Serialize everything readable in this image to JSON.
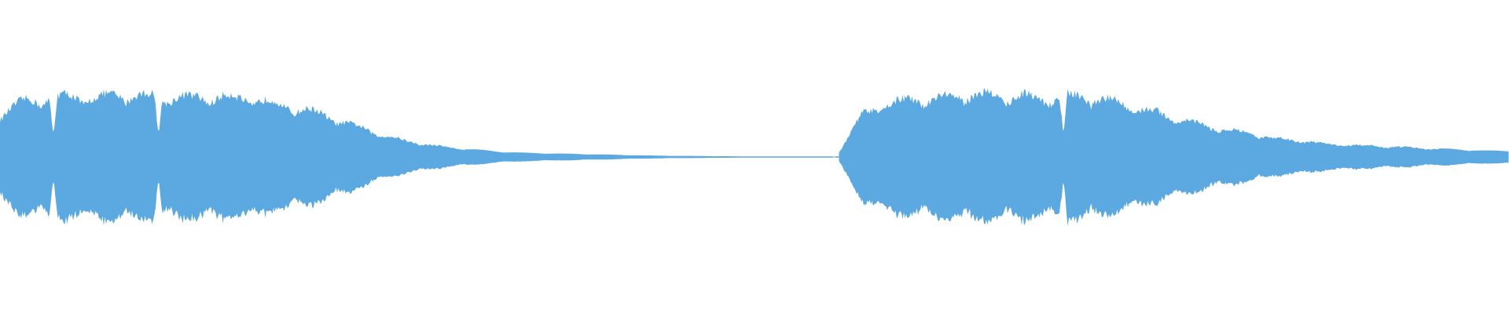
{
  "waveform": {
    "color": "#5BA9E0",
    "background": "#FFFFFF",
    "segments": [
      {
        "name": "left-clip",
        "start_fraction": 0.0,
        "end_fraction": 0.553,
        "amplitude_envelope": [
          0.42,
          0.55,
          0.58,
          0.6,
          0.58,
          0.62,
          0.6,
          0.6,
          0.58,
          0.6,
          0.58,
          0.56,
          0.5,
          0.46,
          0.38,
          0.3,
          0.22,
          0.16,
          0.12,
          0.09,
          0.07,
          0.05,
          0.04,
          0.035,
          0.03,
          0.025,
          0.02,
          0.015,
          0.012,
          0.01,
          0.008,
          0.006,
          0.005,
          0.004,
          0.003,
          0.003
        ],
        "dips": [
          0.064,
          0.19
        ]
      },
      {
        "name": "right-clip",
        "start_fraction": 0.556,
        "end_fraction": 1.0,
        "amplitude_envelope": [
          0.05,
          0.42,
          0.52,
          0.56,
          0.58,
          0.6,
          0.62,
          0.6,
          0.6,
          0.58,
          0.6,
          0.58,
          0.54,
          0.48,
          0.42,
          0.36,
          0.3,
          0.26,
          0.22,
          0.18,
          0.16,
          0.13,
          0.12,
          0.11,
          0.1,
          0.09,
          0.08,
          0.07,
          0.06,
          0.06
        ],
        "dips": [
          0.335
        ]
      }
    ]
  }
}
